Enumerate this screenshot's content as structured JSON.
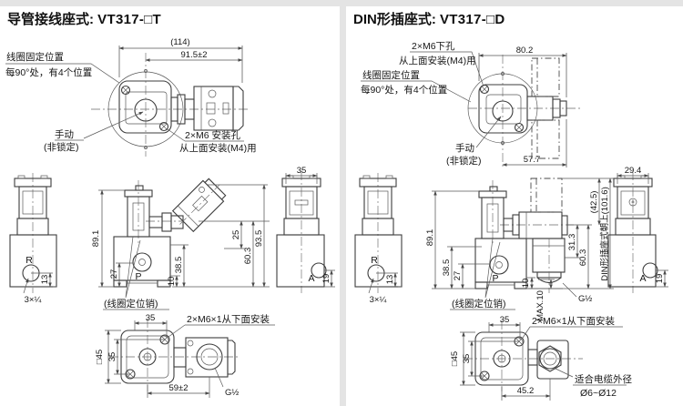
{
  "panels": {
    "left": {
      "title": {
        "prefix": "导管接线座式: ",
        "model": "VT317-□T"
      },
      "top_view": {
        "dim_overall": "(114)",
        "dim_width": "91.5±2",
        "coil_fix_line1": "线圈固定位置",
        "coil_fix_line2": "每90°处，有4个位置",
        "manual_line1": "手动",
        "manual_line2": "(非锁定)",
        "mount_line1": "2×M6 安装孔",
        "mount_line2": "从上面安装(M4)用"
      },
      "r_view": {
        "port": "R",
        "dim_13": "13",
        "ports_label": "3×¼"
      },
      "front_view": {
        "dim_89_1": "89.1",
        "dim_27": "27",
        "dim_38_5": "38.5",
        "dim_10": "10",
        "dim_25": "25",
        "dim_60_3": "60.3",
        "dim_93_5": "93.5",
        "port": "P",
        "pin_label": "(线圈定位销)"
      },
      "a_view": {
        "dim_35": "35",
        "port": "A",
        "dim_19": "19"
      },
      "bottom_view": {
        "dim_35_top": "35",
        "dim_35_side": "35",
        "dim_sq45": "□45",
        "dim_59": "59±2",
        "g_label": "G½",
        "mount_label": "2×M6×1从下面安装"
      }
    },
    "right": {
      "title": {
        "prefix": "DIN形插座式: ",
        "model": "VT317-□D"
      },
      "top_view": {
        "mount_line1": "2×M6下孔",
        "mount_line2": "从上面安装(M4)用",
        "dim_80_2": "80.2",
        "coil_fix_line1": "线圈固定位置",
        "coil_fix_line2": "每90°处，有4个位置",
        "manual_line1": "手动",
        "manual_line2": "(非锁定)",
        "dim_57_7": "57.7"
      },
      "r_view": {
        "port": "R",
        "dim_13": "13",
        "ports_label": "3×¼"
      },
      "front_view": {
        "dim_89_1": "89.1",
        "dim_38_5": "38.5",
        "dim_27": "27",
        "dim_10": "10",
        "port": "P",
        "pin_label": "(线圈定位销)",
        "dim_max10": "MAX.10",
        "g_label": "G½",
        "dim_31_3": "31.3",
        "dim_60_3": "60.3",
        "dim_42_5": "(42.5)",
        "din_note": "DIN形插座式朝上(101.6)"
      },
      "a_view": {
        "dim_29_4": "29.4",
        "port": "A",
        "dim_19": "19"
      },
      "bottom_view": {
        "dim_35_top": "35",
        "dim_35_side": "35",
        "dim_sq45": "□45",
        "dim_45_2": "45.2",
        "mount_label": "2×M6×1从下面安装",
        "cable_line1": "适合电缆外径",
        "cable_line2": "Ø6~Ø12"
      }
    }
  }
}
